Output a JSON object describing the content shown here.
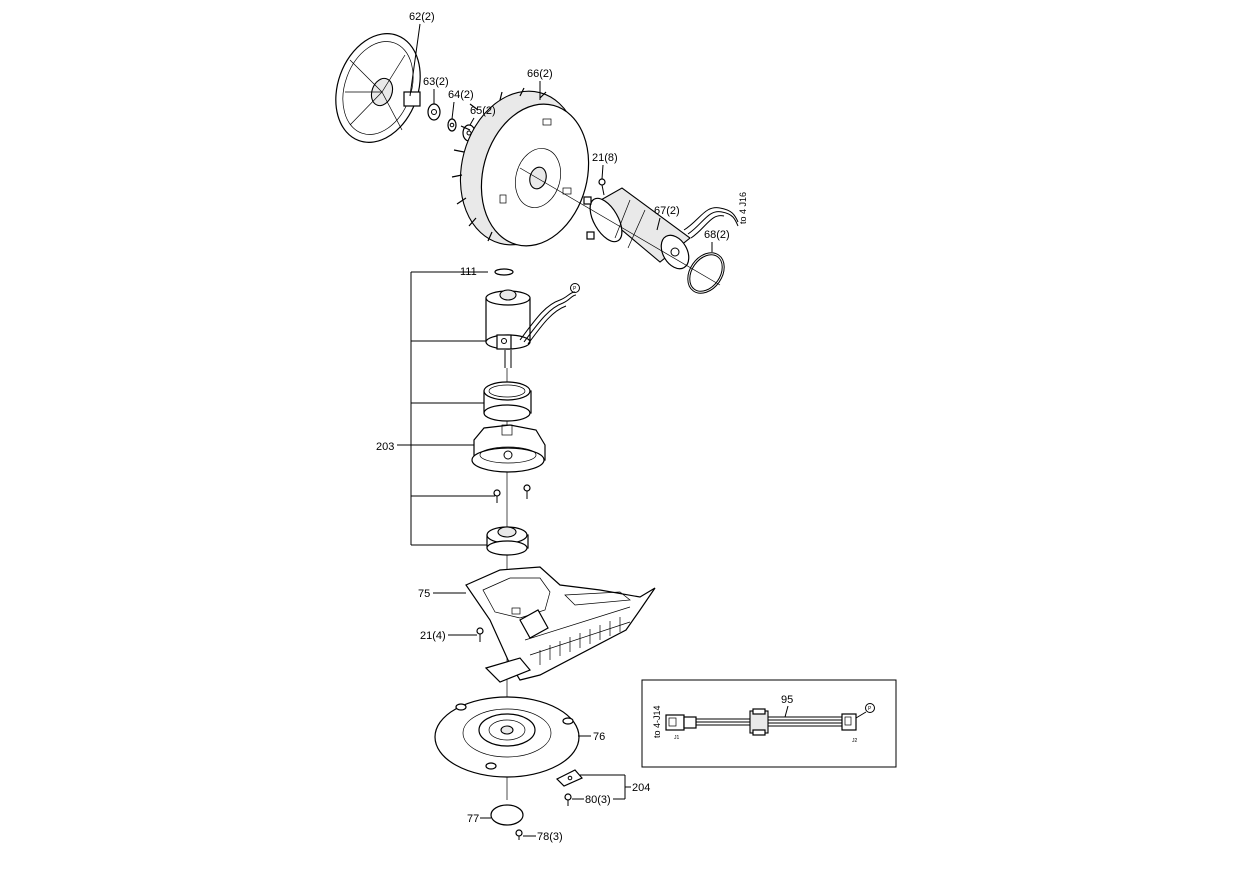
{
  "diagram": {
    "labels": {
      "p62": "62(2)",
      "p63": "63(2)",
      "p64": "64(2)",
      "p65": "65(2)",
      "p66": "66(2)",
      "p21a": "21(8)",
      "p67": "67(2)",
      "p68": "68(2)",
      "conn_motor": "to 4 J16",
      "p111": "111",
      "p203": "203",
      "p75": "75",
      "p21b": "21(4)",
      "p76": "76",
      "p204": "204",
      "p80": "80(3)",
      "p77": "77",
      "p78": "78(3)",
      "p95": "95",
      "conn_cable": "to 4-J14",
      "plug_j1": "J1",
      "plug_j2": "J2",
      "p_marker": "P"
    }
  }
}
